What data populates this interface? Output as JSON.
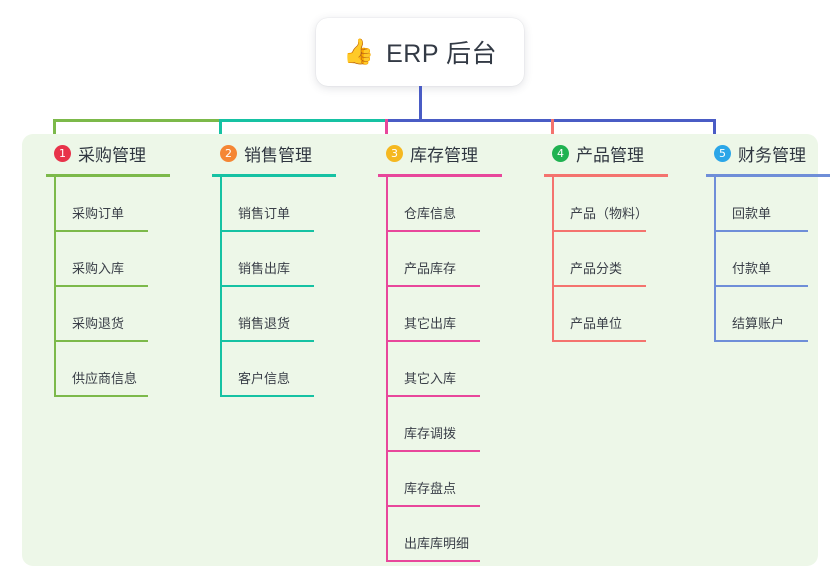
{
  "root": {
    "icon": "thumbs-up-icon",
    "emoji": "👍",
    "title": "ERP 后台"
  },
  "palette": {
    "panel_background": "#edf7e8",
    "page_background": "#ffffff",
    "text": "#2f3640",
    "root_stem": "#4a5cc5"
  },
  "connectors": {
    "stem_color": "#4a5cc5",
    "bar_segments": [
      {
        "color": "#7cb94a",
        "from": "col1",
        "to": "col2"
      },
      {
        "color": "#16c2a3",
        "from": "col2",
        "to": "col3"
      },
      {
        "color": "#4a5cc5",
        "from": "col3",
        "to": "col5"
      }
    ]
  },
  "columns": [
    {
      "number": "1",
      "title": "采购管理",
      "badge_color": "#e8334a",
      "line_color": "#7cb94a",
      "drop_color": "#7cb94a",
      "items": [
        "采购订单",
        "采购入库",
        "采购退货",
        "供应商信息"
      ]
    },
    {
      "number": "2",
      "title": "销售管理",
      "badge_color": "#f58634",
      "line_color": "#16c2a3",
      "drop_color": "#16c2a3",
      "items": [
        "销售订单",
        "销售出库",
        "销售退货",
        "客户信息"
      ]
    },
    {
      "number": "3",
      "title": "库存管理",
      "badge_color": "#f5b820",
      "line_color": "#e8479b",
      "drop_color": "#e8479b",
      "items": [
        "仓库信息",
        "产品库存",
        "其它出库",
        "其它入库",
        "库存调拨",
        "库存盘点",
        "出库库明细"
      ]
    },
    {
      "number": "4",
      "title": "产品管理",
      "badge_color": "#20b251",
      "line_color": "#f4736e",
      "drop_color": "#f4736e",
      "items": [
        "产品（物料）",
        "产品分类",
        "产品单位"
      ]
    },
    {
      "number": "5",
      "title": "财务管理",
      "badge_color": "#2ba6e8",
      "line_color": "#6f8ed8",
      "drop_color": "#4a5cc5",
      "items": [
        "回款单",
        "付款单",
        "结算账户"
      ]
    }
  ]
}
